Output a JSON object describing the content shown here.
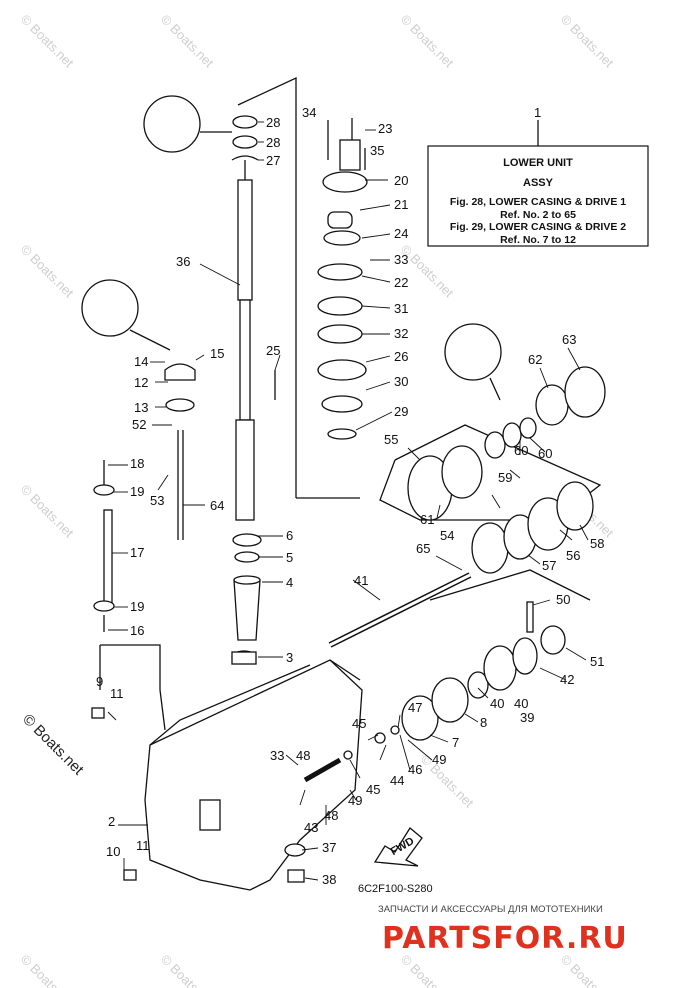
{
  "info_box": {
    "ref": "1",
    "lines": [
      "LOWER UNIT",
      "ASSY",
      "Fig. 28, LOWER CASING & DRIVE 1",
      "Ref. No. 2 to 65",
      "Fig. 29, LOWER CASING & DRIVE 2",
      "Ref. No. 7 to 12"
    ]
  },
  "part_labels": [
    "2",
    "3",
    "4",
    "5",
    "6",
    "7",
    "8",
    "9",
    "10",
    "11",
    "11",
    "12",
    "13",
    "14",
    "15",
    "16",
    "17",
    "18",
    "19",
    "19",
    "20",
    "21",
    "22",
    "23",
    "24",
    "25",
    "26",
    "27",
    "28",
    "28",
    "29",
    "30",
    "31",
    "32",
    "33",
    "33",
    "34",
    "35",
    "36",
    "37",
    "38",
    "39",
    "40",
    "40",
    "41",
    "42",
    "43",
    "44",
    "45",
    "45",
    "46",
    "47",
    "48",
    "48",
    "49",
    "49",
    "50",
    "51",
    "52",
    "53",
    "54",
    "55",
    "56",
    "57",
    "58",
    "59",
    "60",
    "60",
    "61",
    "62",
    "63",
    "64",
    "65"
  ],
  "drawing_code": "6C2F100-S280",
  "fwd_label": "FWD",
  "watermark": "© Boats.net",
  "side_watermark": "© Boats.net",
  "brand": {
    "tagline": "ЗАПЧАСТИ И АКСЕССУАРЫ ДЛЯ МОТОТЕХНИКИ",
    "name": "PARTSFOR.RU",
    "color": "#e0301e"
  }
}
